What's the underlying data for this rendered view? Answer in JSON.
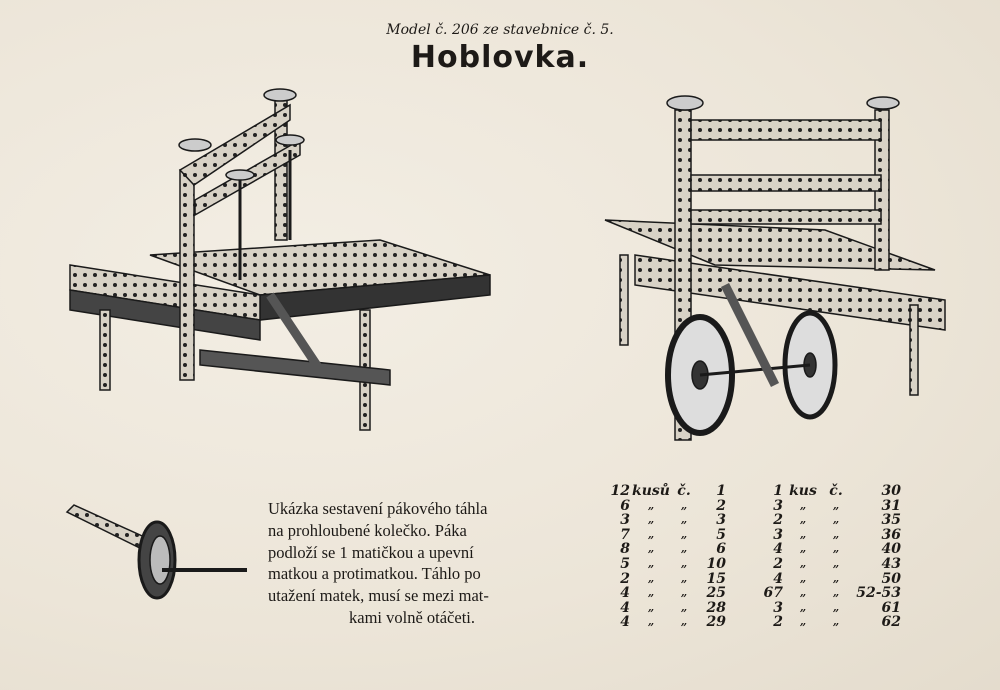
{
  "header": {
    "subtitle": "Model č. 206 ze stavebnice č. 5.",
    "title": "Hoblovka."
  },
  "caption": {
    "lines": [
      "Ukázka sestavení pákového táhla",
      "na prohloubené kolečko. Páka",
      "podloží se 1 matičkou a upevní",
      "matkou a protimatkou. Táhlo po",
      "utažení matek, musí se mezi mat-",
      "kami volně otáčeti."
    ]
  },
  "parts": {
    "left": {
      "header": {
        "count": "12",
        "unit": "kusů",
        "no_label": "č.",
        "number": "1"
      },
      "rows": [
        {
          "count": "6",
          "number": "2"
        },
        {
          "count": "3",
          "number": "3"
        },
        {
          "count": "7",
          "number": "5"
        },
        {
          "count": "8",
          "number": "6"
        },
        {
          "count": "5",
          "number": "10"
        },
        {
          "count": "2",
          "number": "15"
        },
        {
          "count": "4",
          "number": "25"
        },
        {
          "count": "4",
          "number": "28"
        },
        {
          "count": "4",
          "number": "29"
        }
      ]
    },
    "right": {
      "header": {
        "count": "1",
        "unit": "kus",
        "no_label": "č.",
        "number": "30"
      },
      "rows": [
        {
          "count": "3",
          "number": "31"
        },
        {
          "count": "2",
          "number": "35"
        },
        {
          "count": "3",
          "number": "36"
        },
        {
          "count": "4",
          "number": "40"
        },
        {
          "count": "2",
          "number": "43"
        },
        {
          "count": "4",
          "number": "50"
        },
        {
          "count": "67",
          "number": "52-53"
        },
        {
          "count": "3",
          "number": "61"
        },
        {
          "count": "2",
          "number": "62"
        }
      ]
    },
    "ditto": "„"
  }
}
